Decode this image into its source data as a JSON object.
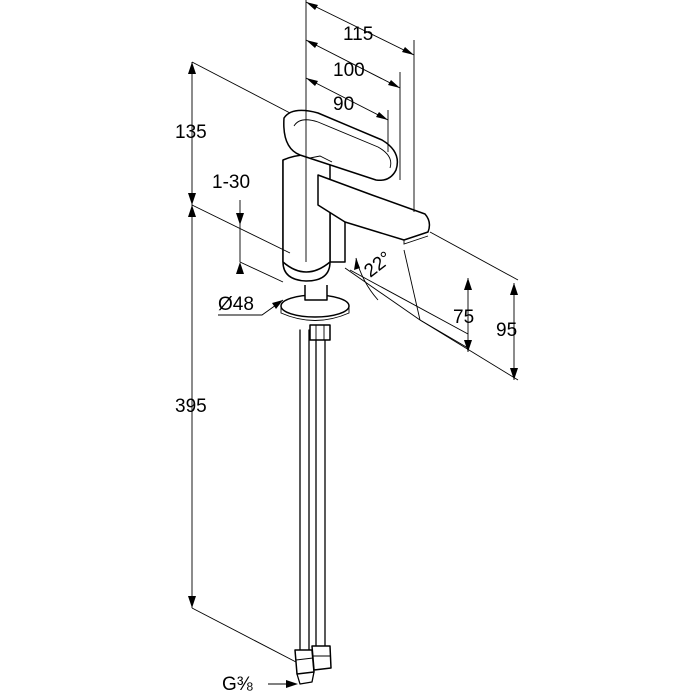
{
  "dimensions": {
    "d115": "115",
    "d100": "100",
    "d90": "90",
    "d135": "135",
    "d1_30": "1-30",
    "d22": "22°",
    "d48": "Ø48",
    "d75": "75",
    "d95": "95",
    "d395": "395",
    "thread_main": "G",
    "thread_frac": "⅜"
  }
}
